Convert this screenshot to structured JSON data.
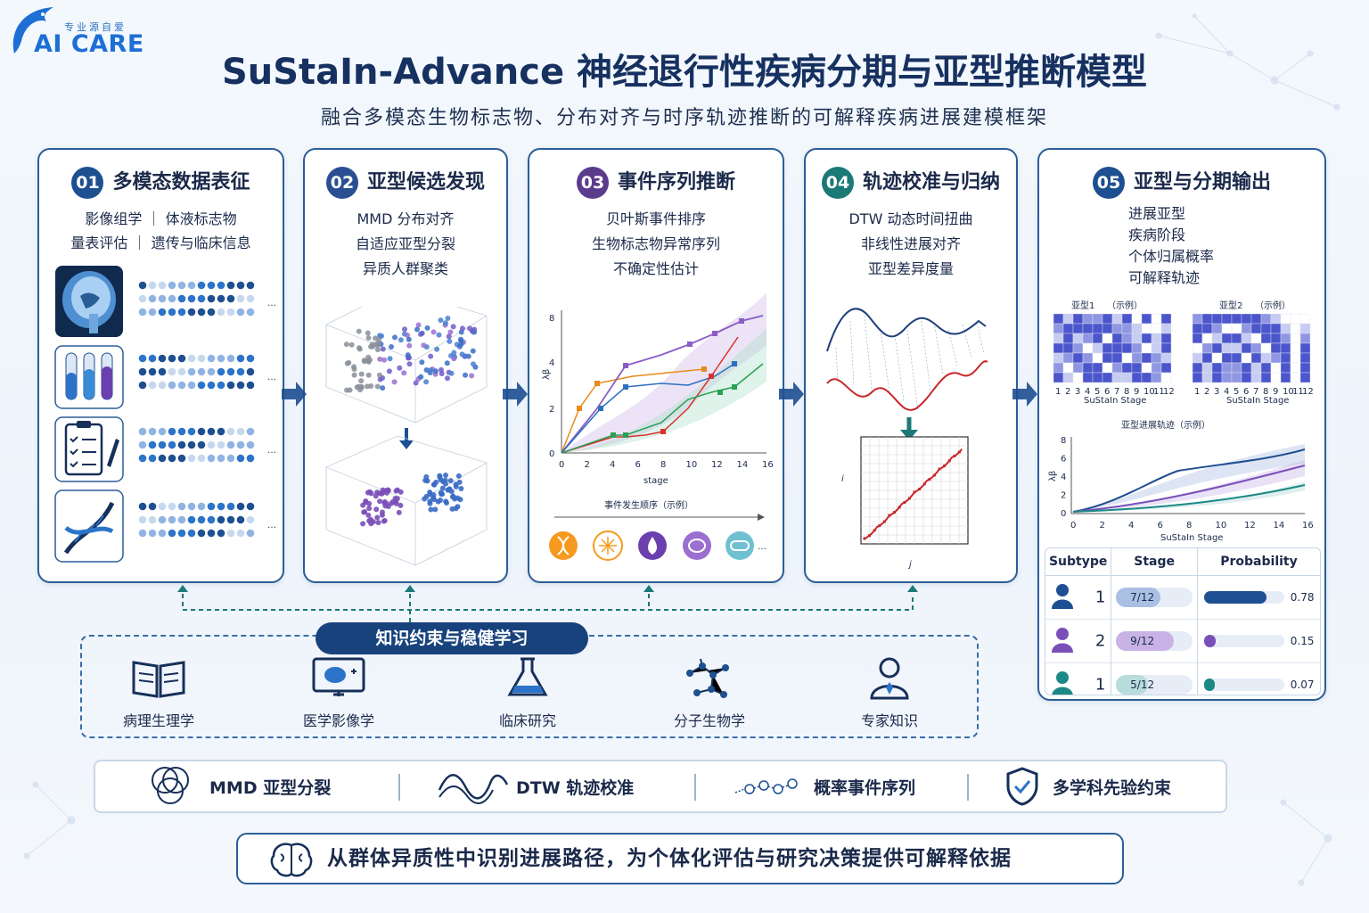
{
  "brand": {
    "small": "专业源自爱",
    "name": "AI CARE"
  },
  "title": "SuStaIn-Advance 神经退行性疾病分期与亚型推断模型",
  "subtitle": "融合多模态生物标志物、分布对齐与时序轨迹推断的可解释疾病进展建模框架",
  "panels": [
    {
      "num": "01",
      "title": "多模态数据表征",
      "lines": [
        "影像组学 ｜ 体液标志物",
        "量表评估 ｜ 遗传与临床信息"
      ],
      "color": "#1d4f91"
    },
    {
      "num": "02",
      "title": "亚型候选发现",
      "lines": [
        "MMD 分布对齐",
        "自适应亚型分裂",
        "异质人群聚类"
      ],
      "color": "#2a4f93"
    },
    {
      "num": "03",
      "title": "事件序列推断",
      "lines": [
        "贝叶斯事件排序",
        "生物标志物异常序列",
        "不确定性估计"
      ],
      "color": "#5b3b8c"
    },
    {
      "num": "04",
      "title": "轨迹校准与归纳",
      "lines": [
        "DTW 动态时间扭曲",
        "非线性进展对齐",
        "亚型差异度量"
      ],
      "color": "#1b7a78"
    },
    {
      "num": "05",
      "title": "亚型与分期输出",
      "lines": [
        "进展亚型",
        "疾病阶段",
        "个体归属概率",
        "可解释轨迹"
      ],
      "color": "#1d4f91"
    }
  ],
  "chart3": {
    "ylabel": "λβ",
    "xlabel": "stage",
    "xticks": [
      "0",
      "2",
      "4",
      "6",
      "8",
      "10",
      "12",
      "14",
      "16"
    ],
    "yticks": [
      "0",
      "2",
      "4",
      "8"
    ],
    "order_title": "事件发生顺序（示例）",
    "more": "…"
  },
  "panel4": {
    "ilabel": "i",
    "jlabel": "j"
  },
  "panel5": {
    "heat1_title": "亚型1",
    "heat2_title": "亚型2",
    "example": "（示例）",
    "heat_xlabel": "SuStaIn Stage",
    "heat_ticks": [
      "1",
      "2",
      "3",
      "4",
      "5",
      "6",
      "7",
      "8",
      "9",
      "10",
      "11",
      "12"
    ],
    "traj_title": "亚型进展轨迹（示例）",
    "traj_ylabel": "λβ",
    "traj_xlabel": "SuStaIn Stage",
    "traj_xticks": [
      "0",
      "2",
      "4",
      "6",
      "8",
      "10",
      "12",
      "14",
      "16"
    ],
    "traj_yticks": [
      "0",
      "2",
      "4",
      "6",
      "8"
    ],
    "table_headers": [
      "Subtype",
      "Stage",
      "Probability"
    ],
    "rows": [
      {
        "subtype": "1",
        "stage": "7/12",
        "stage_frac": 0.583,
        "prob": "0.78",
        "prob_val": 0.78,
        "color": "#1f4f93",
        "light": "#a9bfe4"
      },
      {
        "subtype": "2",
        "stage": "9/12",
        "stage_frac": 0.75,
        "prob": "0.15",
        "prob_val": 0.15,
        "color": "#7a4fb8",
        "light": "#c9b3e6"
      },
      {
        "subtype": "1",
        "stage": "5/12",
        "stage_frac": 0.417,
        "prob": "0.07",
        "prob_val": 0.07,
        "color": "#1b8a86",
        "light": "#b7dcdb"
      }
    ]
  },
  "knowledge": {
    "title": "知识约束与稳健学习",
    "items": [
      "病理生理学",
      "医学影像学",
      "临床研究",
      "分子生物学",
      "专家知识"
    ]
  },
  "methods": [
    "MMD 亚型分裂",
    "DTW 轨迹校准",
    "概率事件序列",
    "多学科先验约束"
  ],
  "conclusion": "从群体异质性中识别进展路径，为个体化评估与研究决策提供可解释依据",
  "ellipsis": "…"
}
